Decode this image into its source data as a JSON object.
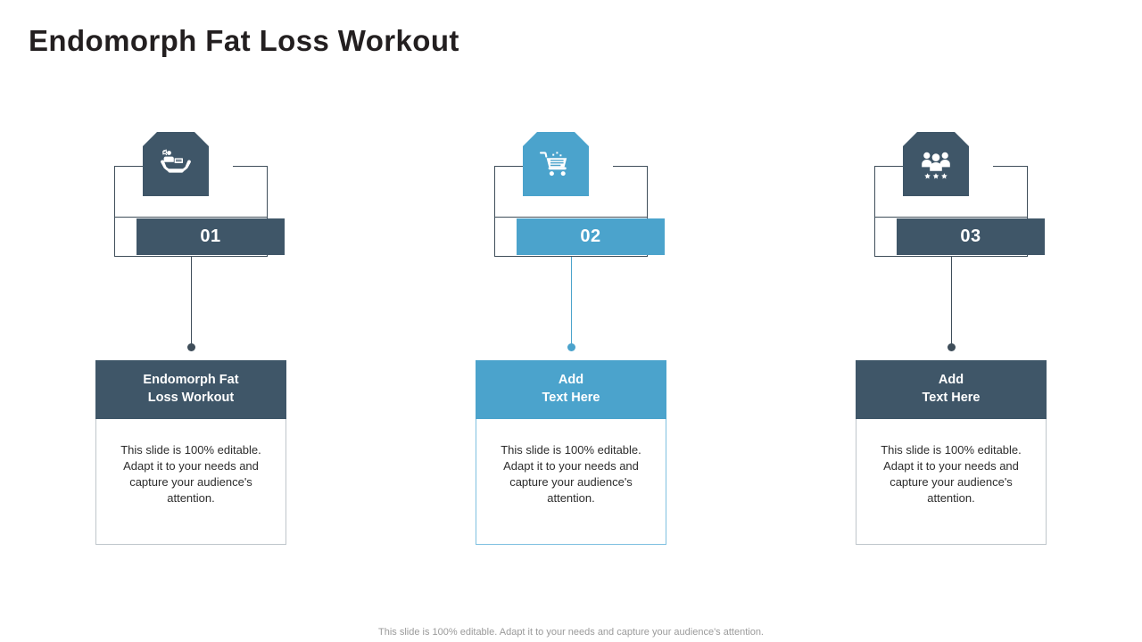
{
  "slide": {
    "title": "Endomorph Fat Loss Workout",
    "footer_note": "This slide is 100% editable. Adapt it to your needs and capture your audience's attention."
  },
  "theme": {
    "dark": "#3F5668",
    "accent": "#4BA3CC",
    "frame_line": "#3F4E5A",
    "card_border": "#BFC6CB",
    "card_border_accent": "#7EC0E0",
    "title_color": "#231F20",
    "body_text": "#2C2C2C",
    "footer_color": "#9A9A9A",
    "background": "#FFFFFF"
  },
  "columns": [
    {
      "number": "01",
      "icon": "hands-holding-person-icon",
      "style": "dark",
      "card_title_line1": "Endomorph Fat",
      "card_title_line2": "Loss Workout",
      "card_body": "This slide is 100% editable. Adapt it to your needs and capture your audience's attention."
    },
    {
      "number": "02",
      "icon": "shopping-cart-icon",
      "style": "accent",
      "card_title_line1": "Add",
      "card_title_line2": "Text Here",
      "card_body": "This slide is 100% editable. Adapt it to your needs and capture your audience's attention."
    },
    {
      "number": "03",
      "icon": "team-stars-icon",
      "style": "dark",
      "card_title_line1": "Add",
      "card_title_line2": "Text Here",
      "card_body": "This slide is 100% editable. Adapt it to your needs and capture your audience's attention."
    }
  ]
}
